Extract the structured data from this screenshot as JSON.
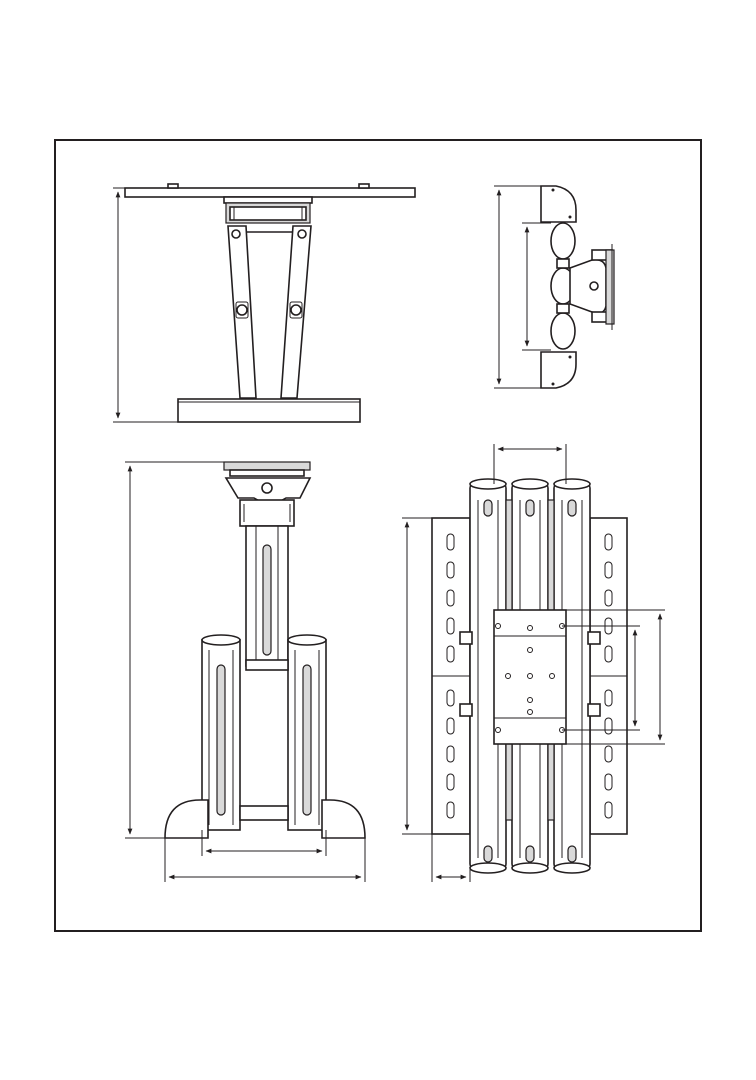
{
  "figure": {
    "frame_color": "#231f20",
    "line_color": "#231f20",
    "fill_light": "#d9d9d9",
    "views": [
      "front-view",
      "side-view",
      "top-view",
      "rear-view"
    ]
  }
}
